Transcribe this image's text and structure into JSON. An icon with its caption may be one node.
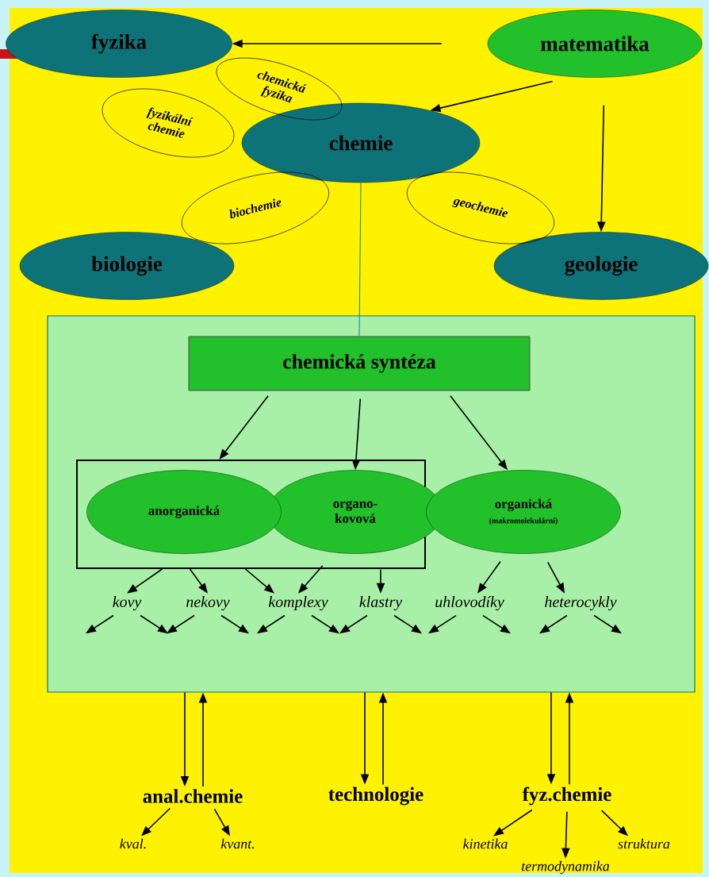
{
  "diagram": {
    "nodes": [
      {
        "text": [
          "fyzika"
        ]
      },
      {
        "text": [
          "matematika"
        ]
      },
      {
        "text": [
          "chemická fyzika"
        ]
      },
      {
        "text": [
          "fyzikální chemie"
        ]
      },
      {
        "text": [
          "chemie"
        ]
      },
      {
        "text": [
          "biochemie"
        ]
      },
      {
        "text": [
          "geochemie"
        ]
      },
      {
        "text": [
          "biologie"
        ]
      },
      {
        "text": [
          "geologie"
        ]
      },
      {
        "text": [],
        "shape": "box"
      },
      {
        "text": [
          "chemická syntéza"
        ],
        "in": 9
      },
      {
        "text": [],
        "shape": "box",
        "in": 9
      },
      {
        "text": [
          "anorganická"
        ],
        "in": 11
      },
      {
        "text": [
          "organo- kovová"
        ],
        "in": 9
      },
      {
        "text": [
          "organická",
          "(makromolekulární)"
        ],
        "in": 9
      },
      {
        "text": [
          "kovy"
        ],
        "in": 9
      },
      {
        "text": [
          "nekovy"
        ],
        "in": 9
      },
      {
        "text": [
          "komplexy"
        ],
        "in": 9
      },
      {
        "text": [
          "klastry"
        ],
        "in": 9
      },
      {
        "text": [
          "uhlovodíky"
        ],
        "in": 9
      },
      {
        "text": [
          "heterocykly"
        ],
        "in": 9
      },
      {
        "text": [
          "anal.chemie"
        ]
      },
      {
        "text": [
          "technologie"
        ]
      },
      {
        "text": [
          "fyz.chemie"
        ]
      },
      {
        "text": [
          "kval."
        ]
      },
      {
        "text": [
          "kvant."
        ]
      },
      {
        "text": [
          "kinetika"
        ]
      },
      {
        "text": [
          "termodynamika"
        ]
      },
      {
        "text": [
          "struktura"
        ]
      }
    ],
    "edges": [
      {
        "from": 1,
        "to": 0,
        "arrow": "to"
      },
      {
        "from": 1,
        "to": 4,
        "arrow": "to"
      },
      {
        "from": 1,
        "to": 8,
        "arrow": "to"
      },
      {
        "from": 4,
        "to": 10,
        "arrow": "none",
        "color": "#1a8c96"
      },
      {
        "from": 10,
        "to": 11,
        "arrow": "to"
      },
      {
        "from": 10,
        "to": 13,
        "arrow": "to"
      },
      {
        "from": 10,
        "to": 14,
        "arrow": "to"
      },
      {
        "from": 11,
        "to": 15,
        "arrow": "to"
      },
      {
        "from": 11,
        "to": 16,
        "arrow": "to"
      },
      {
        "from": 11,
        "to": 17,
        "arrow": "to"
      },
      {
        "from": 13,
        "to": 17,
        "arrow": "to"
      },
      {
        "from": 13,
        "to": 18,
        "arrow": "to"
      },
      {
        "from": 14,
        "to": 19,
        "arrow": "to"
      },
      {
        "from": 14,
        "to": 20,
        "arrow": "to"
      },
      {
        "from": 15,
        "to": null,
        "arrow": "to"
      },
      {
        "from": 15,
        "to": null,
        "arrow": "to"
      },
      {
        "from": 16,
        "to": null,
        "arrow": "to"
      },
      {
        "from": 16,
        "to": null,
        "arrow": "to"
      },
      {
        "from": 17,
        "to": null,
        "arrow": "to"
      },
      {
        "from": 17,
        "to": null,
        "arrow": "to"
      },
      {
        "from": 18,
        "to": null,
        "arrow": "to"
      },
      {
        "from": 18,
        "to": null,
        "arrow": "to"
      },
      {
        "from": 19,
        "to": null,
        "arrow": "to"
      },
      {
        "from": 19,
        "to": null,
        "arrow": "to"
      },
      {
        "from": 20,
        "to": null,
        "arrow": "to"
      },
      {
        "from": 20,
        "to": null,
        "arrow": "to"
      },
      {
        "from": 9,
        "to": 21,
        "arrow": "to"
      },
      {
        "from": 21,
        "to": 9,
        "arrow": "to"
      },
      {
        "from": 9,
        "to": 22,
        "arrow": "to"
      },
      {
        "from": 22,
        "to": 9,
        "arrow": "to"
      },
      {
        "from": 9,
        "to": 23,
        "arrow": "to"
      },
      {
        "from": 23,
        "to": 9,
        "arrow": "to"
      },
      {
        "from": 21,
        "to": 24,
        "arrow": "to"
      },
      {
        "from": 21,
        "to": 25,
        "arrow": "to"
      },
      {
        "from": 23,
        "to": 26,
        "arrow": "to"
      },
      {
        "from": 23,
        "to": 27,
        "arrow": "to"
      },
      {
        "from": 23,
        "to": 28,
        "arrow": "to"
      }
    ]
  }
}
